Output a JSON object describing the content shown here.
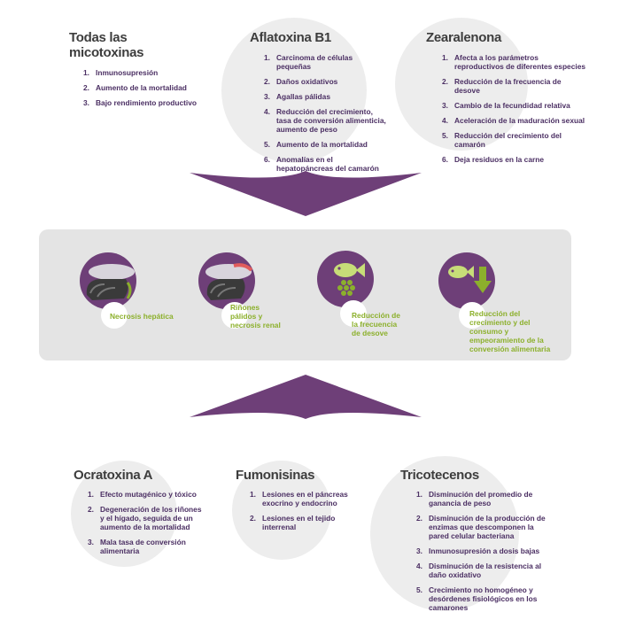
{
  "top": {
    "todas": {
      "title": "Todas las micotoxinas",
      "items": [
        {
          "n": "1.",
          "text": "Inmunosupresión"
        },
        {
          "n": "2.",
          "text": "Aumento de la mortalidad"
        },
        {
          "n": "3.",
          "text": "Bajo rendimiento productivo"
        }
      ]
    },
    "aflatoxina": {
      "title": "Aflatoxina B1",
      "items": [
        {
          "n": "1.",
          "text": "Carcinoma de células pequeñas"
        },
        {
          "n": "2.",
          "text": "Daños oxidativos"
        },
        {
          "n": "3.",
          "text": "Agallas pálidas"
        },
        {
          "n": "4.",
          "text": "Reducción del crecimiento, tasa de conversión alimenticia, aumento de peso"
        },
        {
          "n": "5.",
          "text": "Aumento de la mortalidad"
        },
        {
          "n": "6.",
          "text": "Anomalías en el hepatopáncreas del camarón"
        }
      ]
    },
    "zearalenona": {
      "title": "Zearalenona",
      "items": [
        {
          "n": "1.",
          "text": "Afecta a los parámetros reproductivos de diferentes especies"
        },
        {
          "n": "2.",
          "text": "Reducción de la frecuencia de desove"
        },
        {
          "n": "3.",
          "text": "Cambio de la fecundidad relativa"
        },
        {
          "n": "4.",
          "text": "Aceleración de la maduración sexual"
        },
        {
          "n": "5.",
          "text": "Reducción del crecimiento del camarón"
        },
        {
          "n": "6.",
          "text": "Deja residuos en la carne"
        }
      ]
    }
  },
  "effects": [
    {
      "caption": "Necrosis hepática",
      "icon": "liver-icon"
    },
    {
      "caption": "Riñones pálidos y necrosis renal",
      "icon": "kidney-icon"
    },
    {
      "caption": "Reducción de la frecuencia de desove",
      "icon": "fish-spawn-icon"
    },
    {
      "caption": "Reducción del crecimiento y del consumo y empeoramiento de la conversión alimentaria",
      "icon": "fish-down-arrow-icon"
    }
  ],
  "bottom": {
    "ocratoxina": {
      "title": "Ocratoxina A",
      "items": [
        {
          "n": "1.",
          "text": "Efecto mutagénico y tóxico"
        },
        {
          "n": "2.",
          "text": "Degeneración de los riñones y el hígado, seguida de un aumento de la mortalidad"
        },
        {
          "n": "3.",
          "text": "Mala tasa de conversión alimentaria"
        }
      ]
    },
    "fumonisinas": {
      "title": "Fumonisinas",
      "items": [
        {
          "n": "1.",
          "text": "Lesiones en el páncreas exocrino y endocrino"
        },
        {
          "n": "2.",
          "text": "Lesiones en el tejido interrenal"
        }
      ]
    },
    "tricotecenos": {
      "title": "Tricotecenos",
      "items": [
        {
          "n": "1.",
          "text": "Disminución del promedio de ganancia de peso"
        },
        {
          "n": "2.",
          "text": "Disminución de la producción de enzimas que descomponen la pared celular bacteriana"
        },
        {
          "n": "3.",
          "text": "Inmunosupresión a dosis bajas"
        },
        {
          "n": "4.",
          "text": "Disminución de la resistencia al daño oxidativo"
        },
        {
          "n": "5.",
          "text": "Crecimiento no homogéneo y desórdenes fisiológicos en los camarones"
        }
      ]
    }
  },
  "colors": {
    "purple": "#6e3f78",
    "green": "#8cb02c",
    "panel": "#e4e4e4",
    "circle": "#ededed"
  }
}
